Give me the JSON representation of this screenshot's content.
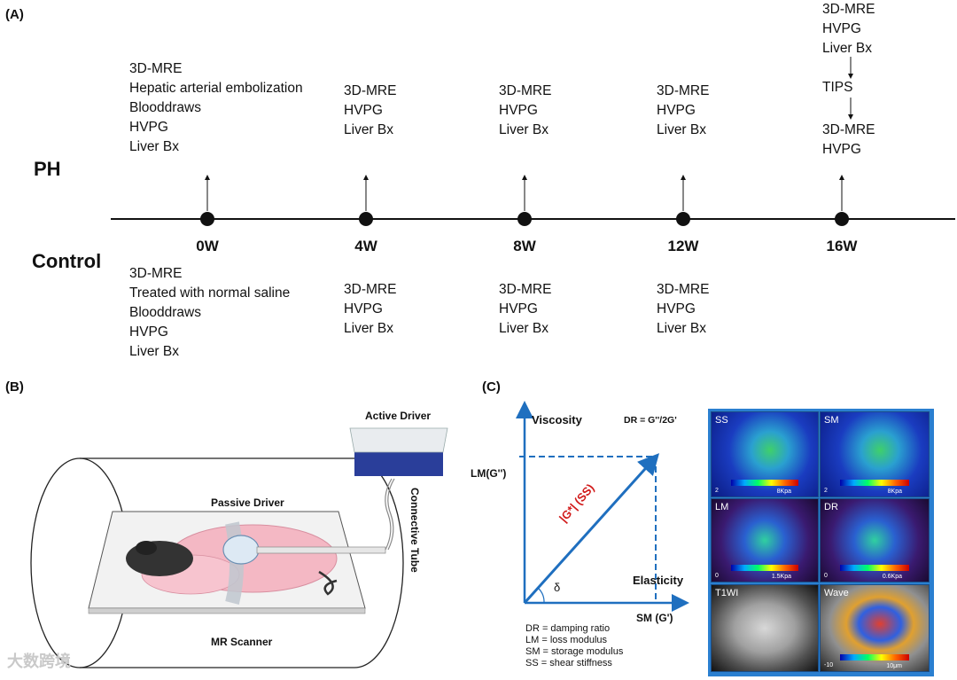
{
  "panels": {
    "a": "(A)",
    "b": "(B)",
    "c": "(C)"
  },
  "timeline": {
    "groups": {
      "ph": "PH",
      "control": "Control"
    },
    "weeks": [
      "0W",
      "4W",
      "8W",
      "12W",
      "16W"
    ],
    "ph_events": [
      [
        "3D-MRE",
        "Hepatic arterial embolization",
        "Blooddraws",
        "HVPG",
        "Liver Bx"
      ],
      [
        "3D-MRE",
        "HVPG",
        "Liver Bx"
      ],
      [
        "3D-MRE",
        "HVPG",
        "Liver Bx"
      ],
      [
        "3D-MRE",
        "HVPG",
        "Liver Bx"
      ]
    ],
    "ph_16w": {
      "before": [
        "3D-MRE",
        "HVPG",
        "Liver Bx"
      ],
      "middle": "TIPS",
      "after": [
        "3D-MRE",
        "HVPG"
      ]
    },
    "control_events": [
      [
        "3D-MRE",
        "Treated with normal saline",
        "Blooddraws",
        "HVPG",
        "Liver Bx"
      ],
      [
        "3D-MRE",
        "HVPG",
        "Liver Bx"
      ],
      [
        "3D-MRE",
        "HVPG",
        "Liver Bx"
      ],
      [
        "3D-MRE",
        "HVPG",
        "Liver Bx"
      ]
    ]
  },
  "setup": {
    "active_driver": "Active Driver",
    "passive_driver": "Passive Driver",
    "connective_tube": "Connective Tube",
    "mr_scanner": "MR Scanner"
  },
  "mre": {
    "viscosity": "Viscosity",
    "dr_formula": "DR = G''/2G'",
    "lm_axis": "LM(G'')",
    "ss_vector": "|G*| (SS)",
    "delta": "δ",
    "elasticity": "Elasticity",
    "sm_axis": "SM (G')",
    "legend": [
      "DR = damping ratio",
      "LM =  loss modulus",
      "SM = storage modulus",
      "SS = shear stiffness"
    ]
  },
  "maps": [
    {
      "label": "SS",
      "min": "2",
      "max": "8Kpa"
    },
    {
      "label": "SM",
      "min": "2",
      "max": "8Kpa"
    },
    {
      "label": "LM",
      "min": "0",
      "max": "1.5Kpa"
    },
    {
      "label": "DR",
      "min": "0",
      "max": "0.6Kpa"
    },
    {
      "label": "T1WI",
      "min": "",
      "max": ""
    },
    {
      "label": "Wave",
      "min": "-10",
      "max": "10μm"
    }
  ],
  "watermark": "大数跨境",
  "colors": {
    "accent": "#1f6fbf",
    "vector_label": "#d11a1a",
    "frame": "#2a7fd0"
  }
}
